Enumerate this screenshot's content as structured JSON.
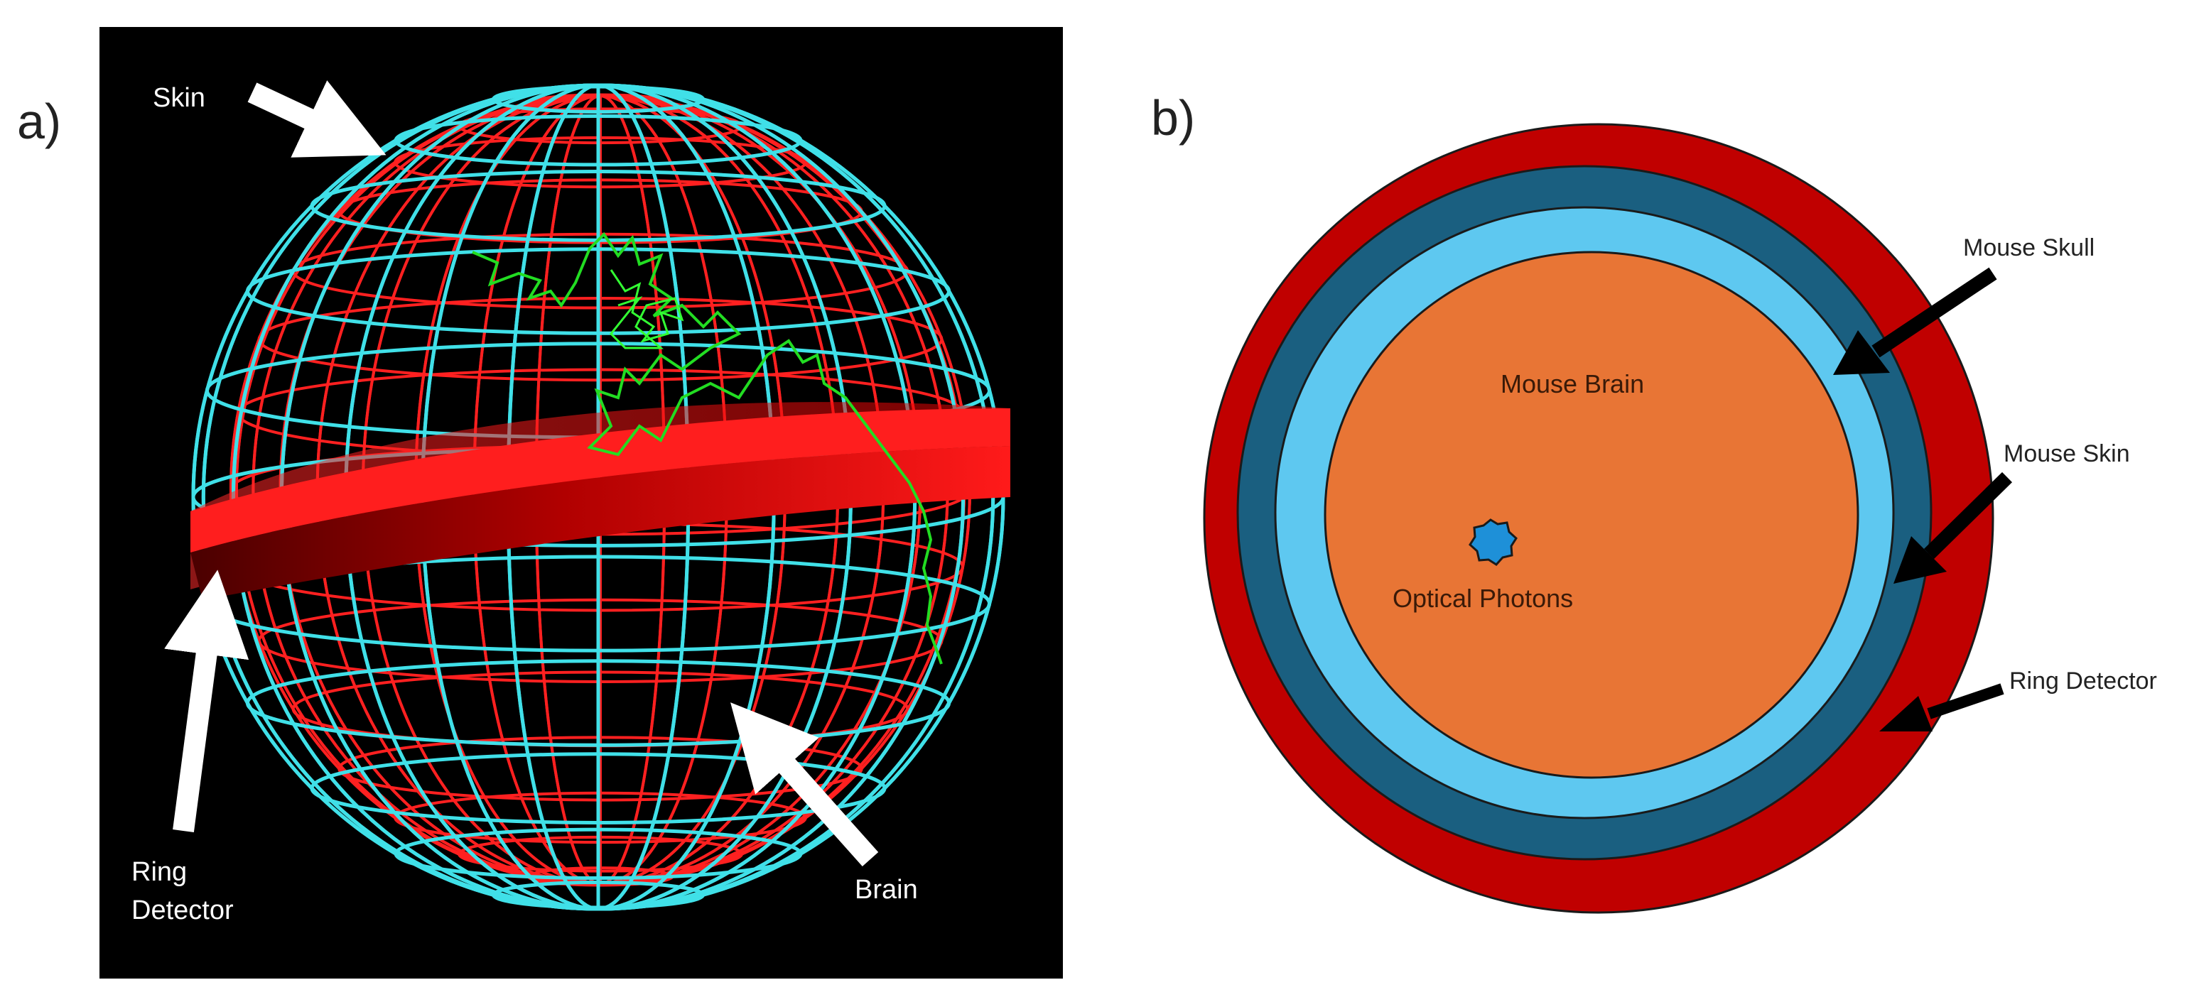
{
  "panel_a": {
    "letter": "a)",
    "labels": {
      "skin": "Skin",
      "ring_detector_line1": "Ring",
      "ring_detector_line2": "Detector",
      "brain": "Brain"
    }
  },
  "panel_b": {
    "letter": "b)",
    "labels": {
      "mouse_skull": "Mouse Skull",
      "mouse_skin": "Mouse Skin",
      "ring_detector": "Ring Detector",
      "mouse_brain": "Mouse Brain",
      "optical_photons": "Optical Photons"
    }
  },
  "colors": {
    "background_a": "#000000",
    "wire_skin": "#40e0e8",
    "wire_brain": "#ff2020",
    "photon_track": "#22dd22",
    "ring_detector": "#cc0000",
    "skin_layer": "#1a5f80",
    "skull_layer": "#5ec8f0",
    "brain_layer": "#e87535",
    "photon_source": "#1e90d8"
  }
}
